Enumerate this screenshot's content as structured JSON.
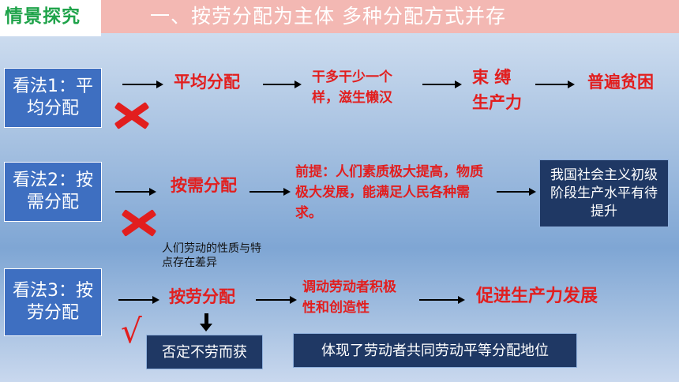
{
  "header": {
    "tag": "情景探究",
    "title": "一、按劳分配为主体  多种分配方式并存"
  },
  "view1": {
    "label": "看法1：平均分配",
    "method": "平均分配",
    "effect": "干多干少一个样，滋生懒汉",
    "consequence": "束  缚生产力",
    "result": "普遍贫困",
    "mark": "cross"
  },
  "view2": {
    "label": "看法2：按需分配",
    "method": "按需分配",
    "condition": "前提：人们素质极大提高，物质极大发展，能满足人民各种需求。",
    "reality": "我国社会主义初级阶段生产水平有待提升",
    "mark": "cross"
  },
  "view3": {
    "label": "看法3：按劳分配",
    "note": "人们劳动的性质与特点存在差异",
    "method": "按劳分配",
    "effect": "调动劳动者积极性和创造性",
    "result": "促进生产力发展",
    "mark": "√",
    "negate": "否定不劳而获",
    "reflects": "体现了劳动者共同劳动平等分配地位"
  },
  "colors": {
    "header_bar": "#f3b8b3",
    "tag_text": "#1fa34a",
    "view_box": "#3e6fc1",
    "dark_box": "#1f3864",
    "emphasis": "#e21e1e"
  }
}
